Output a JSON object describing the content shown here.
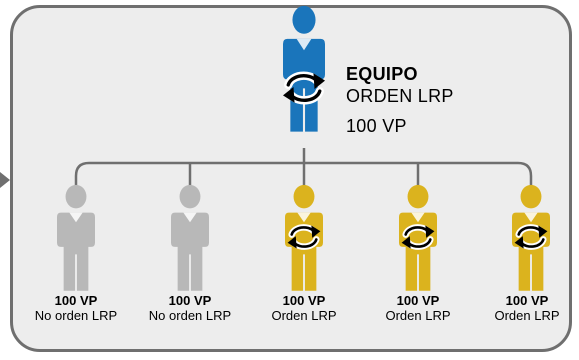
{
  "leader": {
    "title": "EQUIPO",
    "subtitle": "ORDEN LRP",
    "vp": "100 VP",
    "color": "#1a75bb"
  },
  "members": [
    {
      "vp": "100 VP",
      "status": "No orden LRP",
      "color": "#b8b8b8",
      "has_order_icon": false
    },
    {
      "vp": "100 VP",
      "status": "No orden LRP",
      "color": "#b8b8b8",
      "has_order_icon": false
    },
    {
      "vp": "100 VP",
      "status": "Orden LRP",
      "color": "#dbb31e",
      "has_order_icon": true
    },
    {
      "vp": "100 VP",
      "status": "Orden LRP",
      "color": "#dbb31e",
      "has_order_icon": true
    },
    {
      "vp": "100 VP",
      "status": "Orden LRP",
      "color": "#dbb31e",
      "has_order_icon": true
    }
  ],
  "colors": {
    "frame_border": "#6f6f6f",
    "frame_fill": "#ededed",
    "connector": "#6f6f6f"
  }
}
